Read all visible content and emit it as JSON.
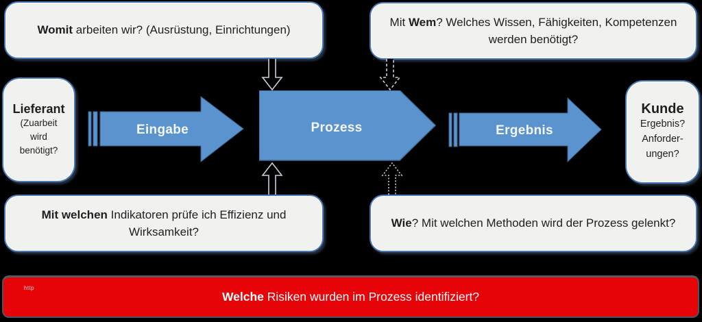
{
  "colors": {
    "background": "#000000",
    "arrow_blue": "#5b93ce",
    "arrow_blue_border": "#41719c",
    "arrow_stripe_dark": "#36658f",
    "box_fill": "#f1f1f0",
    "box_border": "#4a7ab5",
    "risk_bar_red": "#e60409",
    "risk_bar_border": "#565b6b",
    "connector_outline": "#c7cfd9",
    "label_text": "#f4f8fc"
  },
  "boxes": {
    "tools": {
      "bold": "Womit",
      "rest": " arbeiten wir? (Ausrüstung, Einrichtungen)"
    },
    "people": {
      "pre": "Mit ",
      "bold": "Wem",
      "rest": "? Welches Wissen, Fähigkeiten, Kompetenzen werden benötigt?"
    },
    "supplier": {
      "title": "Lieferant",
      "subtitle": "(Zuarbeit\nwird\nbenötigt?"
    },
    "customer": {
      "title": "Kunde",
      "subtitle": "Ergebnis?\nAnforder-\nungen?"
    },
    "indicators": {
      "bold": "Mit welchen",
      "rest": " Indikatoren prüfe ich Effizienz und Wirksamkeit?"
    },
    "methods": {
      "bold": "Wie",
      "rest": "? Mit welchen Methoden wird der Prozess gelenkt?"
    }
  },
  "arrows": {
    "input_label": "Eingabe",
    "process_label": "Prozess",
    "output_label": "Ergebnis"
  },
  "risk_bar": {
    "bold": "Welche",
    "rest": " Risiken wurden im Prozess identifiziert?",
    "watermark": "http"
  }
}
